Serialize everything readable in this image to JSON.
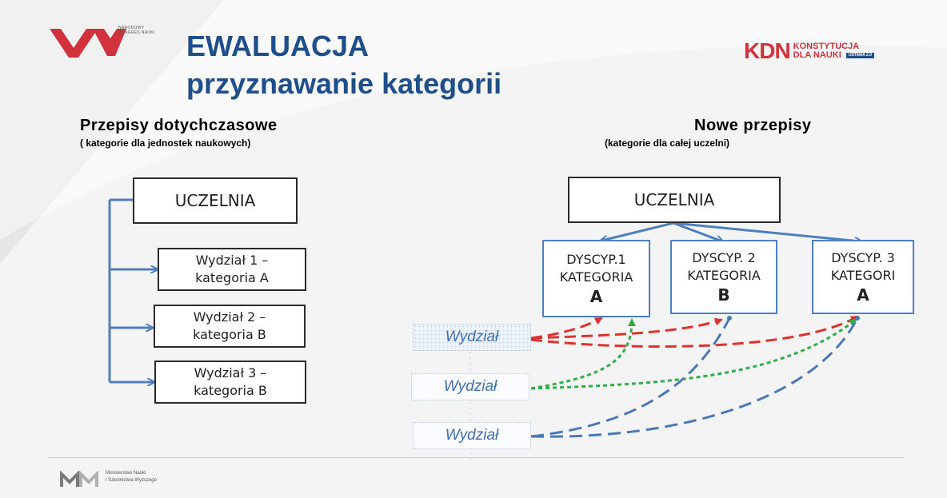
{
  "header": {
    "title": "EWALUACJA",
    "subtitle": "przyznawanie kategorii",
    "logo_left_text": "NARODOWY KONGRES NAUKI",
    "logo_right_mark": "KDN",
    "logo_right_text_1": "KONSTYTUCJA",
    "logo_right_text_2": "DLA NAUKI",
    "logo_right_badge": "USTAWA 2.0"
  },
  "left": {
    "heading": "Przepisy dotychczasowe",
    "subheading": "( kategorie dla jednostek naukowych)",
    "root": "UCZELNIA",
    "units": [
      {
        "line1": "Wydział 1 –",
        "line2": "kategoria A"
      },
      {
        "line1": "Wydział 2 –",
        "line2": "kategoria B"
      },
      {
        "line1": "Wydział 3 –",
        "line2": "kategoria B"
      }
    ]
  },
  "right": {
    "heading": "Nowe przepisy",
    "subheading": "(kategorie dla całej uczelni)",
    "root": "UCZELNIA",
    "disciplines": [
      {
        "line1": "DYSCYP.1",
        "line2": "KATEGORIA",
        "category": "A"
      },
      {
        "line1": "DYSCYP. 2",
        "line2": "KATEGORIA",
        "category": "B"
      },
      {
        "line1": "DYSCYP. 3",
        "line2": "KATEGORI",
        "category": "A"
      }
    ],
    "faculties": [
      "Wydział",
      "Wydział",
      "Wydział"
    ]
  },
  "colors": {
    "title": "#1f4e8c",
    "connector": "#4f7fbf",
    "red_dashed": "#e0312e",
    "green_dashed": "#2fae48",
    "blue_dashed": "#4a78b8",
    "brand_red": "#d1323b"
  },
  "footer": {
    "line1": "Ministerstwo Nauki",
    "line2": "i Szkolnictwa Wyższego"
  }
}
